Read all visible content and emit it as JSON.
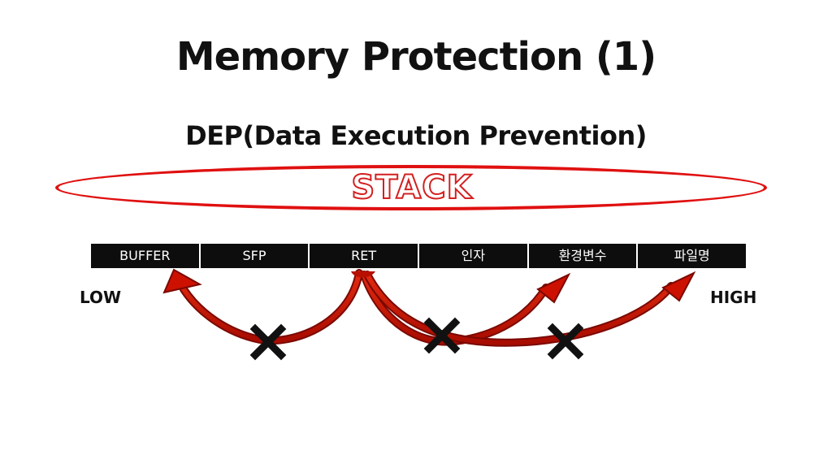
{
  "title": "Memory Protection (1)",
  "subtitle": "DEP(Data Execution Prevention)",
  "stack_label": "STACK",
  "cells": [
    "BUFFER",
    "SFP",
    "RET",
    "인자",
    "환경변수",
    "파일명"
  ],
  "low_label": "LOW",
  "high_label": "HIGH",
  "colors": {
    "accent_red": "#e01010",
    "arrow_red": "#cc1100",
    "cell_bg": "#0d0d0d",
    "cross": "#111111"
  },
  "icons": [
    "blocked-x-icon",
    "blocked-x-icon",
    "blocked-x-icon"
  ]
}
